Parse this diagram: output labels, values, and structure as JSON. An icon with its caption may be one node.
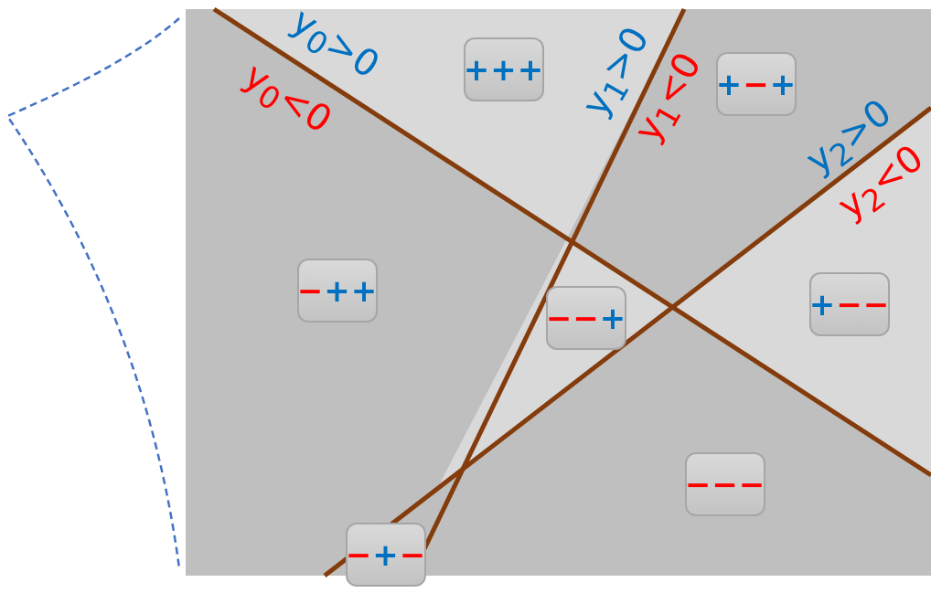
{
  "diagram": {
    "nodes": [
      {
        "text": [
          "+++"
        ]
      },
      {
        "text": [
          "+−+"
        ]
      },
      {
        "text": [
          "−++"
        ]
      },
      {
        "text": [
          "−−+"
        ]
      },
      {
        "text": [
          "+−−"
        ]
      },
      {
        "text": [
          "−−−"
        ]
      },
      {
        "text": [
          "−+−"
        ]
      }
    ],
    "labels": [
      "y$_{0}$>0",
      "y$_{0}$<0",
      "y$_{1}$>0",
      "y$_{1}$<0",
      "y$_{2}$>0",
      "y$_{2}$<0"
    ]
  }
}
